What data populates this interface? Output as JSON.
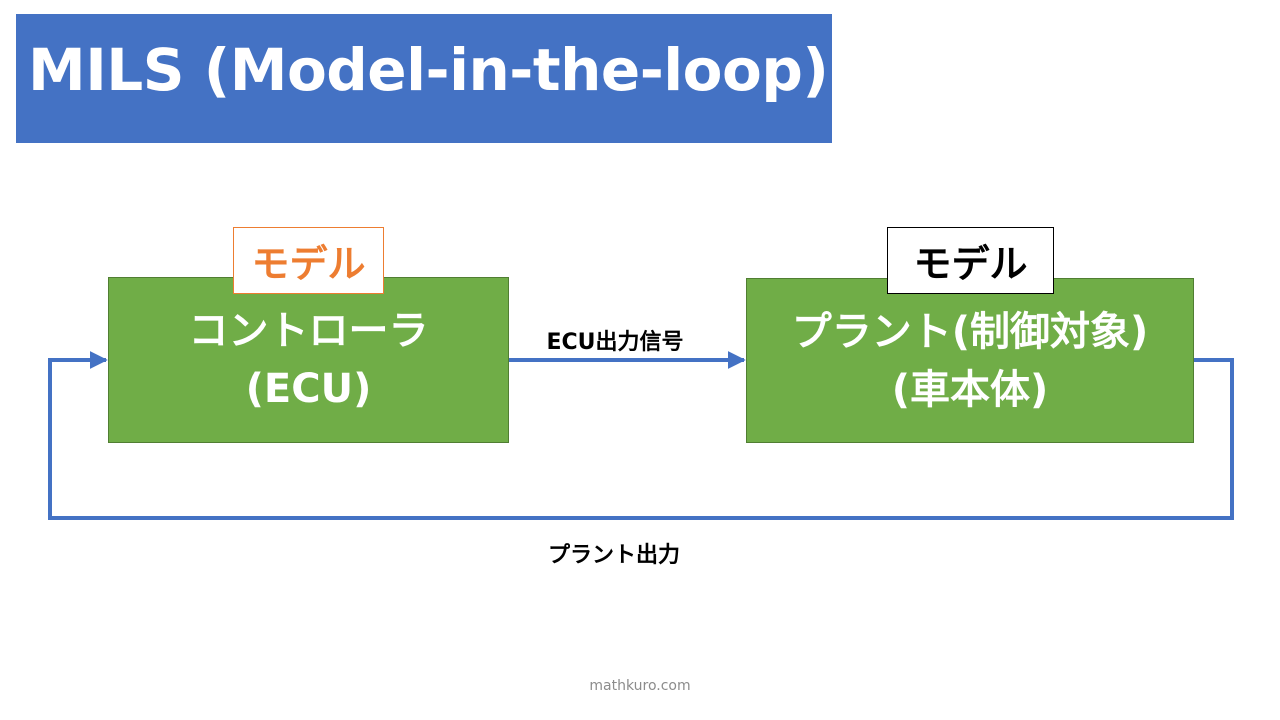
{
  "title": "MILS (Model-in-the-loop)",
  "colors": {
    "title_bg": "#4472c4",
    "block_fill": "#70ad47",
    "arrow": "#4472c4",
    "model_tag_accent": "#ed7d31"
  },
  "controller": {
    "tag": "モデル",
    "line1": "コントローラ",
    "line2": "(ECU)"
  },
  "plant": {
    "tag": "モデル",
    "line1": "プラント(制御対象)",
    "line2": "(車本体)"
  },
  "edges": {
    "ecu_output": "ECU出力信号",
    "plant_output": "プラント出力"
  },
  "watermark": "mathkuro.com"
}
